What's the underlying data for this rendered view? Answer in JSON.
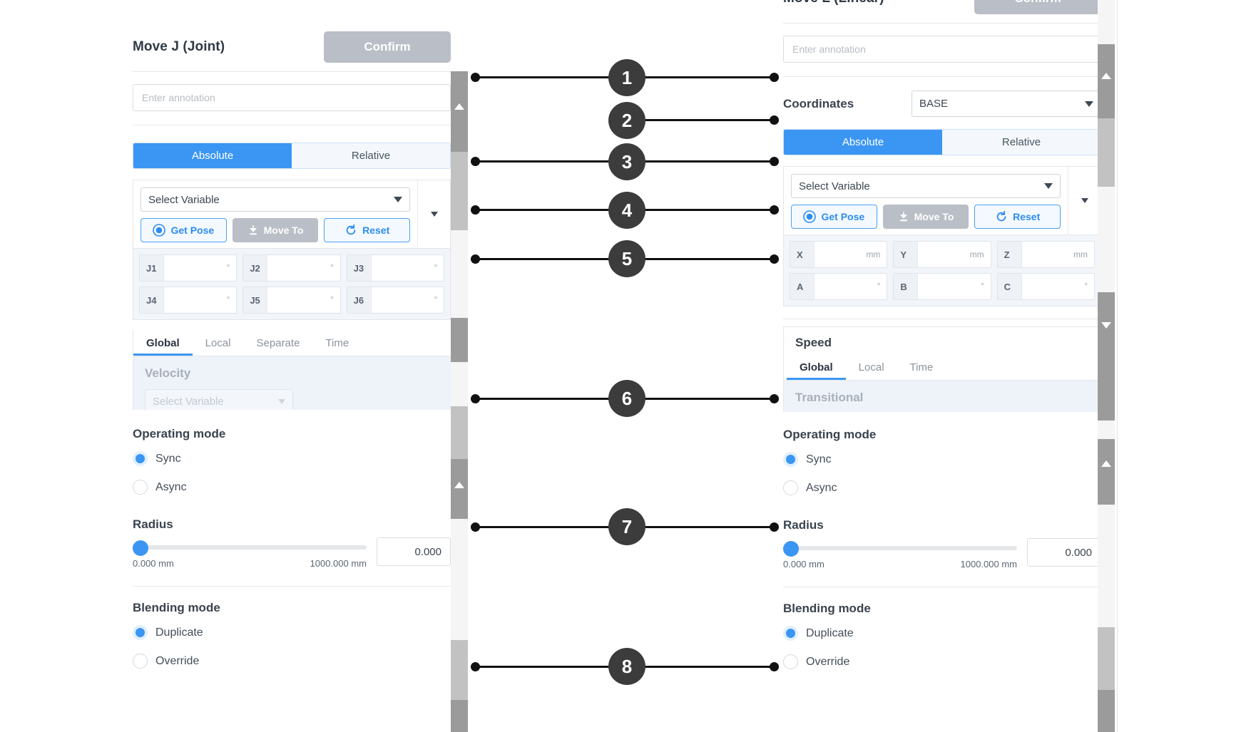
{
  "left_panel": {
    "title": "Move J (Joint)",
    "confirm_label": "Confirm",
    "annotation_placeholder": "Enter annotation",
    "mode_toggle": {
      "absolute": "Absolute",
      "relative": "Relative",
      "selected": "Absolute"
    },
    "variable_select": {
      "value": "Select Variable"
    },
    "actions": {
      "get_pose": "Get Pose",
      "move_to": "Move To",
      "reset": "Reset"
    },
    "joint_fields": [
      {
        "label": "J1",
        "value": "",
        "unit": "°"
      },
      {
        "label": "J2",
        "value": "",
        "unit": "°"
      },
      {
        "label": "J3",
        "value": "",
        "unit": "°"
      },
      {
        "label": "J4",
        "value": "",
        "unit": "°"
      },
      {
        "label": "J5",
        "value": "",
        "unit": "°"
      },
      {
        "label": "J6",
        "value": "",
        "unit": "°"
      }
    ],
    "speed_tabs": [
      "Global",
      "Local",
      "Separate",
      "Time"
    ],
    "speed_tab_selected": "Global",
    "velocity_label": "Velocity",
    "velocity_select": "Select Variable",
    "operating_mode": {
      "heading": "Operating mode",
      "options": [
        "Sync",
        "Async"
      ],
      "selected": "Sync"
    },
    "radius": {
      "heading": "Radius",
      "min_label": "0.000 mm",
      "max_label": "1000.000 mm",
      "value": "0.000"
    },
    "blending_mode": {
      "heading": "Blending mode",
      "options": [
        "Duplicate",
        "Override"
      ],
      "selected": "Duplicate"
    }
  },
  "right_panel": {
    "title": "Move L (Linear)",
    "confirm_label": "Confirm",
    "annotation_placeholder": "Enter annotation",
    "coordinates_label": "Coordinates",
    "coordinates_value": "BASE",
    "mode_toggle": {
      "absolute": "Absolute",
      "relative": "Relative",
      "selected": "Absolute"
    },
    "variable_select": {
      "value": "Select Variable"
    },
    "actions": {
      "get_pose": "Get Pose",
      "move_to": "Move To",
      "reset": "Reset"
    },
    "pose_fields": [
      {
        "label": "X",
        "value": "",
        "unit": "mm"
      },
      {
        "label": "Y",
        "value": "",
        "unit": "mm"
      },
      {
        "label": "Z",
        "value": "",
        "unit": "mm"
      },
      {
        "label": "A",
        "value": "",
        "unit": "°"
      },
      {
        "label": "B",
        "value": "",
        "unit": "°"
      },
      {
        "label": "C",
        "value": "",
        "unit": "°"
      }
    ],
    "speed_heading": "Speed",
    "speed_tabs": [
      "Global",
      "Local",
      "Time"
    ],
    "speed_tab_selected": "Global",
    "transitional_label": "Transitional",
    "operating_mode": {
      "heading": "Operating mode",
      "options": [
        "Sync",
        "Async"
      ],
      "selected": "Sync"
    },
    "radius": {
      "heading": "Radius",
      "min_label": "0.000 mm",
      "max_label": "1000.000 mm",
      "value": "0.000"
    },
    "blending_mode": {
      "heading": "Blending mode",
      "options": [
        "Duplicate",
        "Override"
      ],
      "selected": "Duplicate"
    }
  },
  "callouts": [
    {
      "number": "1"
    },
    {
      "number": "2"
    },
    {
      "number": "3"
    },
    {
      "number": "4"
    },
    {
      "number": "5"
    },
    {
      "number": "6"
    },
    {
      "number": "7"
    },
    {
      "number": "8"
    }
  ],
  "colors": {
    "accent": "#3b96f3",
    "disabled_grey": "#b9bec7",
    "callout": "#3c3c3c",
    "text": "#3a434e"
  }
}
